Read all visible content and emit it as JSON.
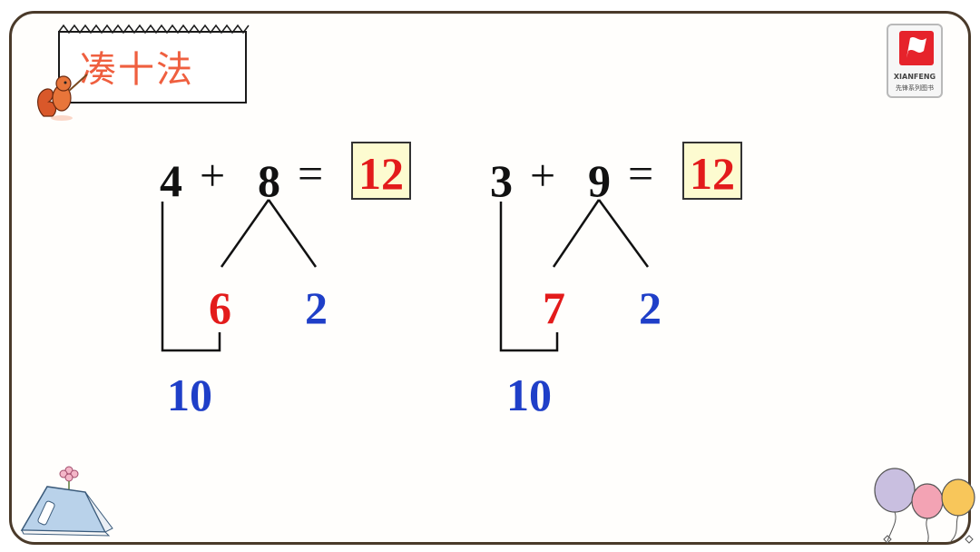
{
  "title": "凑十法",
  "logo": {
    "brand": "XIANFENG",
    "sub": "先锋系列图书"
  },
  "equations": [
    {
      "a": "4",
      "op": "+",
      "b": "8",
      "eq": "=",
      "answer": "12",
      "split_left": "6",
      "split_right": "2",
      "ten": "10"
    },
    {
      "a": "3",
      "op": "+",
      "b": "9",
      "eq": "=",
      "answer": "12",
      "split_left": "7",
      "split_right": "2",
      "ten": "10"
    }
  ],
  "colors": {
    "title": "#ef5f3f",
    "answer": "#e31b1b",
    "split_left": "#e31b1b",
    "split_right": "#1f3fc8",
    "ten": "#1f3fc8",
    "answer_box_bg": "#fdfbd0"
  }
}
